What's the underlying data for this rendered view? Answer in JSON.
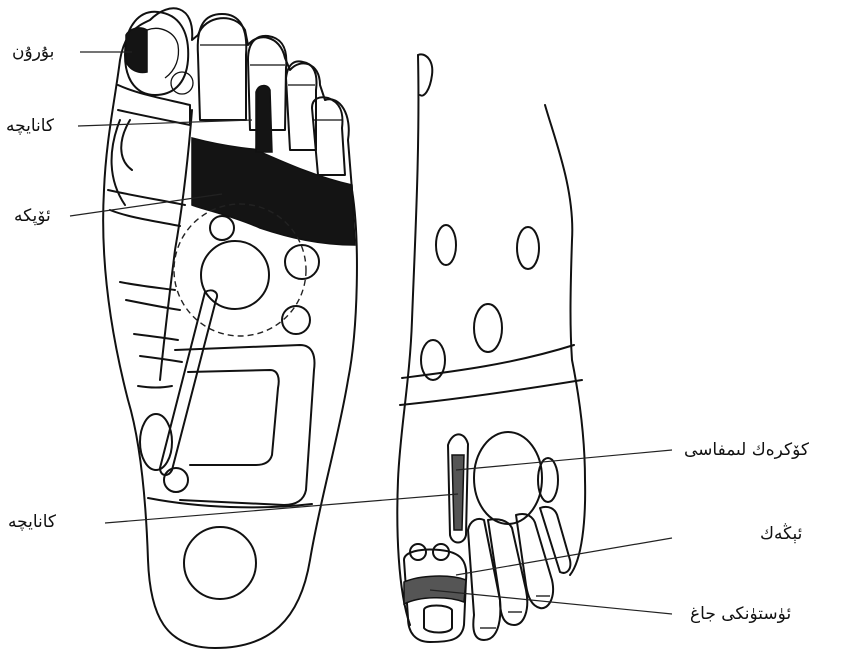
{
  "labels": {
    "nose": "بۇرۇن",
    "canal_upper": "كانايچە",
    "lung": "ئۆپكە",
    "canal_lower": "كانايچە",
    "mediastinum": "كۆكرەك لىمفاسى",
    "tonsil": "ئېڭەك",
    "upper_jaw": "ئۈستۈنكى جاغ"
  },
  "colors": {
    "ink": "#111111",
    "fill_dark": "#141414",
    "fill_grey": "#555555",
    "paper": "#ffffff"
  }
}
